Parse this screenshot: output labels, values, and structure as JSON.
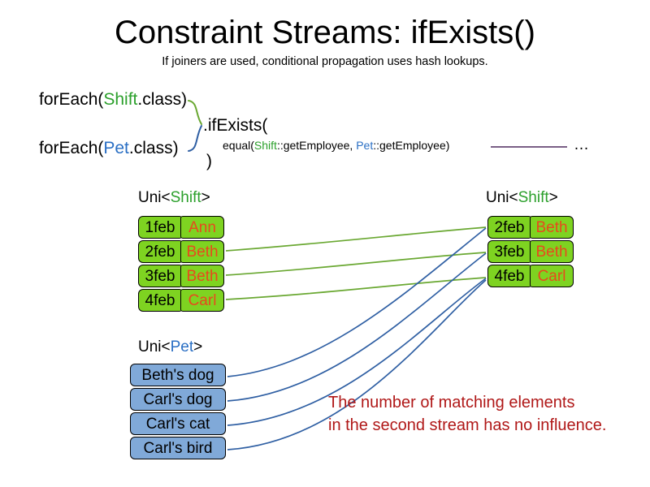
{
  "slide": {
    "title": "Constraint Streams: ifExists()",
    "subtitle": "If joiners are used, conditional propagation uses hash lookups."
  },
  "colors": {
    "shift_green": "#2ca02c",
    "pet_blue": "#2a6fc4",
    "box_green": "#7ed321",
    "box_blue": "#80a9d8",
    "name_orange": "#e8491d",
    "note_red": "#b01818",
    "rule_purple": "#7a5f86",
    "green_wire": "#6aa832",
    "blue_wire": "#2f5fa3"
  },
  "code": {
    "foreach_shift": {
      "prefix": "forEach(",
      "type": "Shift",
      "suffix": ".class)"
    },
    "foreach_pet": {
      "prefix": "forEach(",
      "type": "Pet",
      "suffix": ".class)"
    },
    "if_exists_open": ".ifExists(",
    "equal": {
      "prefix": "equal(",
      "first_type": "Shift",
      "first_method": "::getEmployee, ",
      "second_type": "Pet",
      "second_method": "::getEmployee)"
    },
    "close_paren": ")",
    "ellipsis": "…"
  },
  "labels": {
    "left_shift": {
      "prefix": "Uni<",
      "type": "Shift",
      "suffix": ">"
    },
    "right_shift": {
      "prefix": "Uni<",
      "type": "Shift",
      "suffix": ">"
    },
    "pet": {
      "prefix": "Uni<",
      "type": "Pet",
      "suffix": ">"
    }
  },
  "left_shift_stream": {
    "rows": [
      {
        "date": "1feb",
        "name": "Ann"
      },
      {
        "date": "2feb",
        "name": "Beth"
      },
      {
        "date": "3feb",
        "name": "Beth"
      },
      {
        "date": "4feb",
        "name": "Carl"
      }
    ]
  },
  "right_shift_stream": {
    "rows": [
      {
        "date": "2feb",
        "name": "Beth"
      },
      {
        "date": "3feb",
        "name": "Beth"
      },
      {
        "date": "4feb",
        "name": "Carl"
      }
    ]
  },
  "pet_stream": {
    "rows": [
      {
        "label": "Beth's dog"
      },
      {
        "label": "Carl's dog"
      },
      {
        "label": "Carl's cat"
      },
      {
        "label": "Carl's bird"
      }
    ]
  },
  "note": {
    "line1": "The number of matching elements",
    "line2": "in the second stream has no influence."
  }
}
